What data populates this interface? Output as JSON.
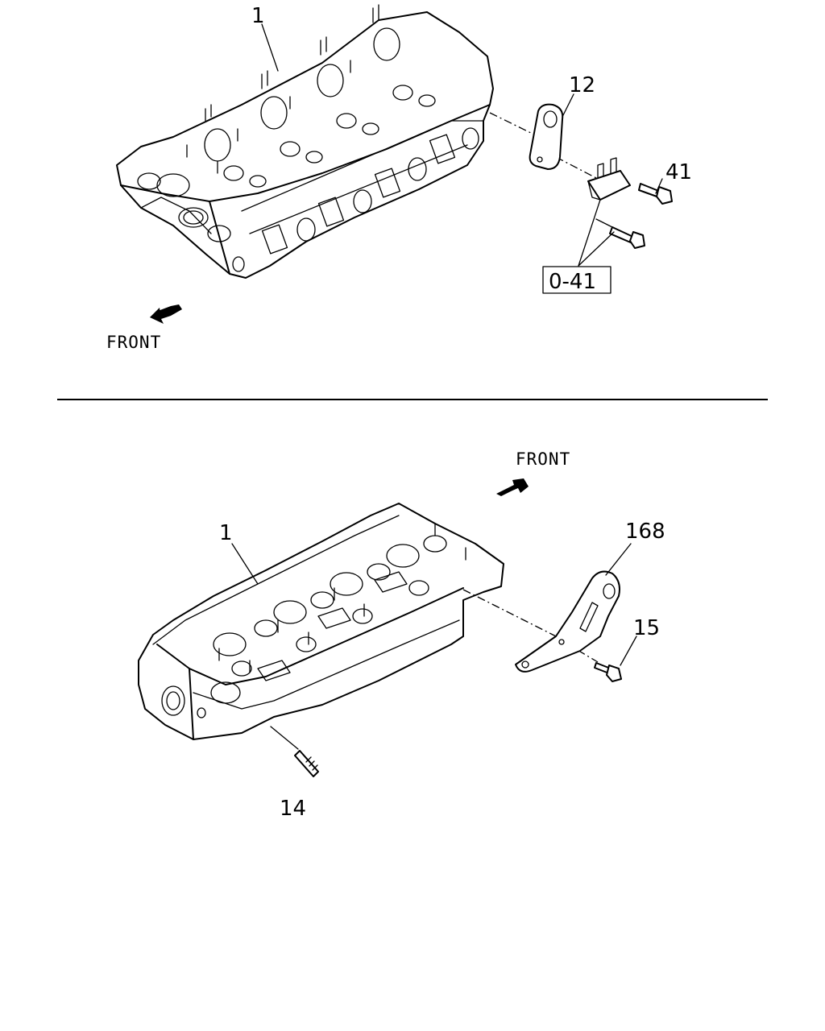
{
  "upper_view": {
    "front_label": "FRONT",
    "callouts": {
      "cylinder_head": "1",
      "bracket": "12",
      "bolt": "41",
      "reference_box": "0-41"
    }
  },
  "lower_view": {
    "front_label": "FRONT",
    "callouts": {
      "cylinder_head": "1",
      "bracket": "168",
      "bolt": "15",
      "stud": "14"
    }
  }
}
